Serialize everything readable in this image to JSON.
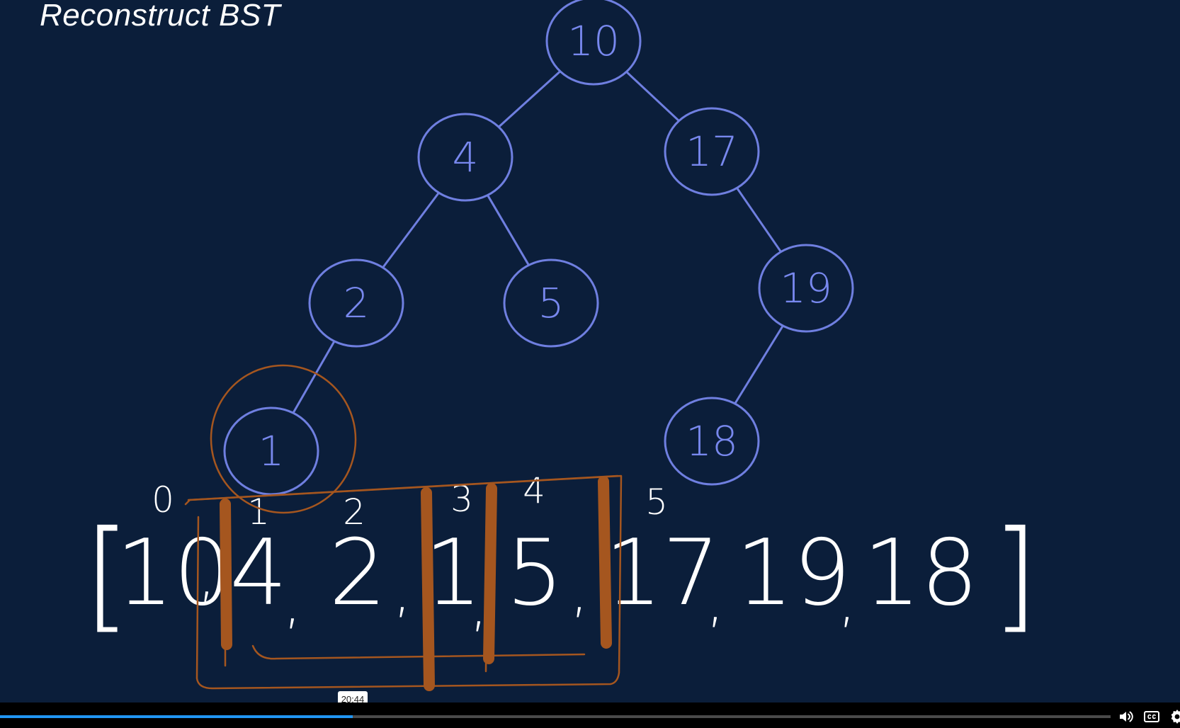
{
  "slide": {
    "title": "Reconstruct BST"
  },
  "tree": {
    "nodes": [
      {
        "id": "n10",
        "label": "10"
      },
      {
        "id": "n4",
        "label": "4"
      },
      {
        "id": "n17",
        "label": "17"
      },
      {
        "id": "n2",
        "label": "2"
      },
      {
        "id": "n5",
        "label": "5"
      },
      {
        "id": "n19",
        "label": "19"
      },
      {
        "id": "n1",
        "label": "1"
      },
      {
        "id": "n18",
        "label": "18"
      }
    ],
    "edges": [
      [
        "n10",
        "n4"
      ],
      [
        "n10",
        "n17"
      ],
      [
        "n4",
        "n2"
      ],
      [
        "n4",
        "n5"
      ],
      [
        "n17",
        "n19"
      ],
      [
        "n2",
        "n1"
      ],
      [
        "n19",
        "n18"
      ]
    ]
  },
  "array": {
    "open_bracket": "[",
    "close_bracket": "]",
    "separator": ",",
    "values": [
      "10",
      "4",
      "2",
      "1",
      "5",
      "17",
      "19",
      "18"
    ],
    "indices": [
      "0",
      "1",
      "2",
      "3",
      "4",
      "5"
    ]
  },
  "annotation_color": "#a5561f",
  "tree_color": "#6f7fe0",
  "background_color": "#0b1e3a",
  "player": {
    "hover_time": "20:44",
    "progress": 0.3176,
    "accent_color": "#2196f3",
    "icons": {
      "volume": "volume-icon",
      "captions": "closed-captions-icon",
      "settings": "gear-icon"
    }
  }
}
